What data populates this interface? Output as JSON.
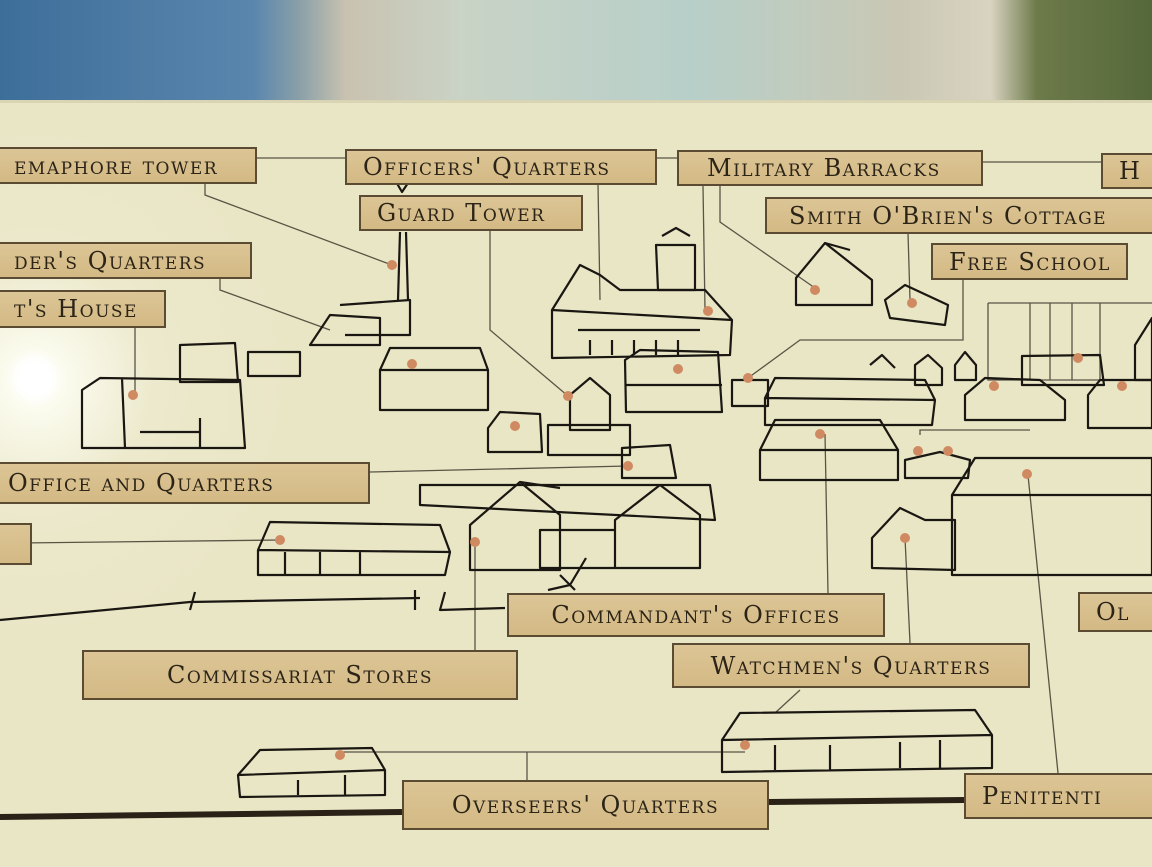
{
  "labels": {
    "semaphore_tower": "emaphore tower",
    "officers_quarters": "Officers' Quarters",
    "military_barracks": "Military Barracks",
    "h_partial": "H",
    "guard_tower": "Guard Tower",
    "smith_obriens_cottage": "Smith O'Brien's Cottage",
    "ders_quarters": "der's Quarters",
    "free_school": "Free School",
    "ts_house": "t's House",
    "office_and_quarters": "Office and Quarters",
    "commandants_offices": "Commandant's Offices",
    "ol_partial": "Ol",
    "watchmens_quarters": "Watchmen's Quarters",
    "commissariat_stores": "Commissariat Stores",
    "overseers_quarters": "Overseers' Quarters",
    "penitentiary_partial": "Penitenti"
  },
  "colors": {
    "label_fill": "#d6bd8a",
    "marker_dot": "#cf8a62",
    "sign_background": "#e9e6c6",
    "ink": "#1a1712"
  }
}
